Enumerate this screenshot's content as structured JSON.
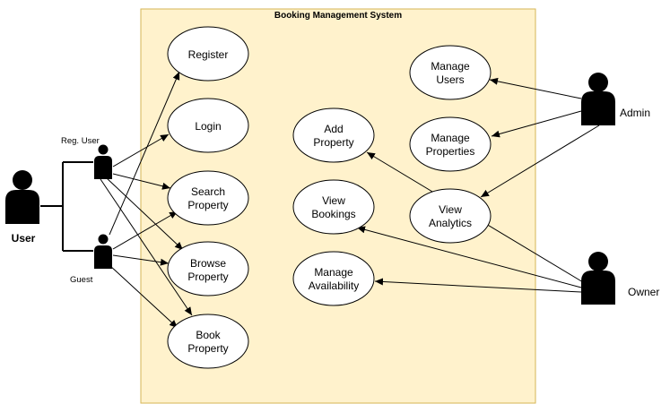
{
  "system": {
    "title": "Booking Management System",
    "fill": "#fff2cc",
    "stroke": "#d6b656"
  },
  "actors": {
    "user": "User",
    "reg_user": "Reg. User",
    "guest": "Guest",
    "admin": "Admin",
    "owner": "Owner"
  },
  "use_cases": {
    "register": "Register",
    "login": "Login",
    "search_property": [
      "Search",
      "Property"
    ],
    "browse_property": [
      "Browse",
      "Property"
    ],
    "book_property": [
      "Book",
      "Property"
    ],
    "add_property": [
      "Add",
      "Property"
    ],
    "view_bookings": [
      "View",
      "Bookings"
    ],
    "manage_availability": [
      "Manage",
      "Availability"
    ],
    "manage_users": [
      "Manage",
      "Users"
    ],
    "manage_properties": [
      "Manage",
      "Properties"
    ],
    "view_analytics": [
      "View",
      "Analytics"
    ]
  }
}
